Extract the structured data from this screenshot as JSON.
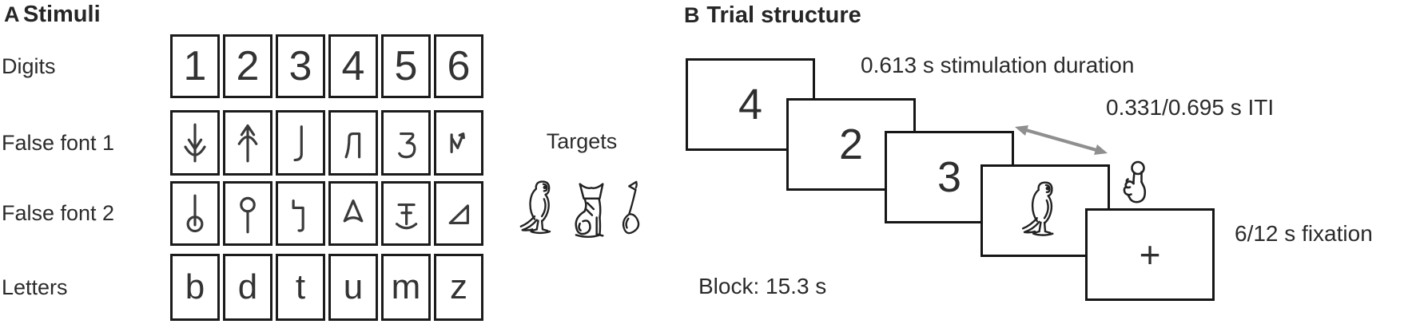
{
  "panel_a": {
    "label": "A",
    "title": "Stimuli",
    "rows": [
      {
        "label": "Digits",
        "type": "text",
        "cells": [
          "1",
          "2",
          "3",
          "4",
          "5",
          "6"
        ]
      },
      {
        "label": "False font 1",
        "type": "glyph",
        "glyphs": [
          "down-arrow-cup",
          "up-arrow-dome",
          "hooked-stroke",
          "bent-pi",
          "reversed-ezh",
          "zigzag-peak"
        ]
      },
      {
        "label": "False font 2",
        "type": "glyph",
        "glyphs": [
          "stem-circle-bottom",
          "circle-stem-top",
          "angled-hook",
          "teardrop-triangle",
          "barred-stem-curved-base",
          "right-triangle"
        ]
      },
      {
        "label": "Letters",
        "type": "text",
        "cells": [
          "b",
          "d",
          "t",
          "u",
          "m",
          "z"
        ]
      }
    ],
    "targets": {
      "label": "Targets",
      "icons": [
        "bird-hieroglyph",
        "seated-animal-hieroglyph",
        "shovel-hieroglyph"
      ]
    }
  },
  "panel_b": {
    "label": "B",
    "title": "Trial structure",
    "cards": [
      {
        "type": "digit",
        "content": "4"
      },
      {
        "type": "digit",
        "content": "2"
      },
      {
        "type": "digit",
        "content": "3"
      },
      {
        "type": "icon",
        "icon": "bird-hieroglyph"
      },
      {
        "type": "fixation",
        "content": "+"
      }
    ],
    "annotations": {
      "stim_duration": "0.613 s stimulation duration",
      "iti": "0.331/0.695 s ITI",
      "fixation": "6/12 s fixation",
      "block": "Block: 15.3 s"
    },
    "icons": [
      "iti-double-arrow",
      "tap-hand"
    ]
  },
  "colors": {
    "text": "#262626",
    "border": "#1b1b1b",
    "arrow_gray": "#8f8f8f",
    "background": "#ffffff"
  }
}
